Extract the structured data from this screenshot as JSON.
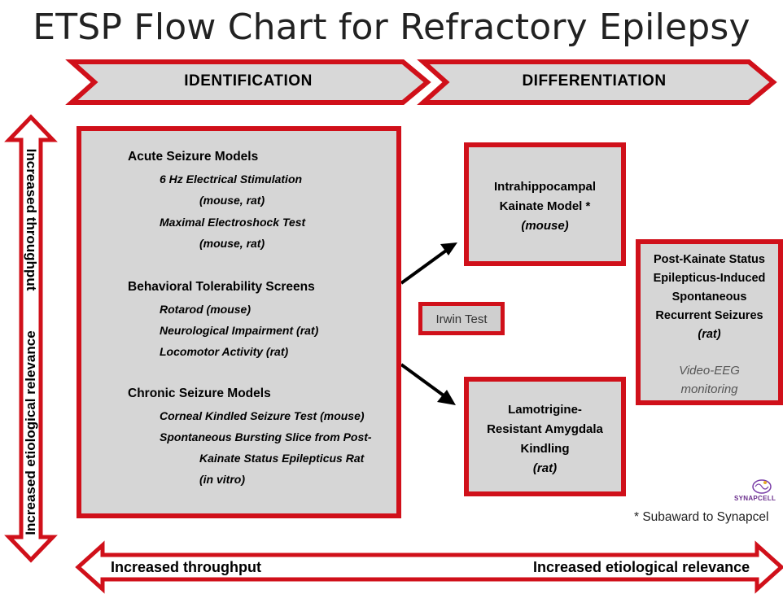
{
  "title": "ETSP Flow Chart for Refractory Epilepsy",
  "banners": {
    "identification": "IDENTIFICATION",
    "differentiation": "DIFFERENTIATION"
  },
  "identification_box": {
    "acute_heading": "Acute Seizure Models",
    "acute_item1": "6 Hz Electrical Stimulation",
    "acute_item1_sub": "(mouse, rat)",
    "acute_item2": "Maximal Electroshock Test",
    "acute_item2_sub": "(mouse, rat)",
    "behavioral_heading": "Behavioral Tolerability Screens",
    "behavioral_item1": "Rotarod (mouse)",
    "behavioral_item2": "Neurological Impairment (rat)",
    "behavioral_item3": "Locomotor Activity (rat)",
    "chronic_heading": "Chronic Seizure Models",
    "chronic_item1": "Corneal Kindled Seizure Test (mouse)",
    "chronic_item2": "Spontaneous Bursting Slice from Post-",
    "chronic_item2_cont": "Kainate Status Epilepticus Rat",
    "chronic_item2_sub": "(in vitro)"
  },
  "irwin_test": "Irwin Test",
  "kainate_box": {
    "line1": "Intrahippocampal",
    "line2": "Kainate Model *",
    "line3": "(mouse)"
  },
  "lamotrigine_box": {
    "line1": "Lamotrigine-",
    "line2": "Resistant Amygdala",
    "line3": "Kindling",
    "line4": "(rat)"
  },
  "postkainate_box": {
    "line1": "Post-Kainate Status",
    "line2": "Epilepticus-Induced",
    "line3": "Spontaneous",
    "line4": "Recurrent Seizures",
    "line5": "(rat)",
    "line6": "Video-EEG",
    "line7": "monitoring"
  },
  "logo_text": "SYNAPCELL",
  "subaward_note": "* Subaward to Synapcel",
  "vertical_arrow": {
    "top_label": "Increased throughput",
    "bottom_label": "Increased etiological relevance"
  },
  "horizontal_arrow": {
    "left_label": "Increased throughput",
    "right_label": "Increased etiological relevance"
  },
  "colors": {
    "red": "#d0101a",
    "box_gray": "#d6d6d6"
  }
}
